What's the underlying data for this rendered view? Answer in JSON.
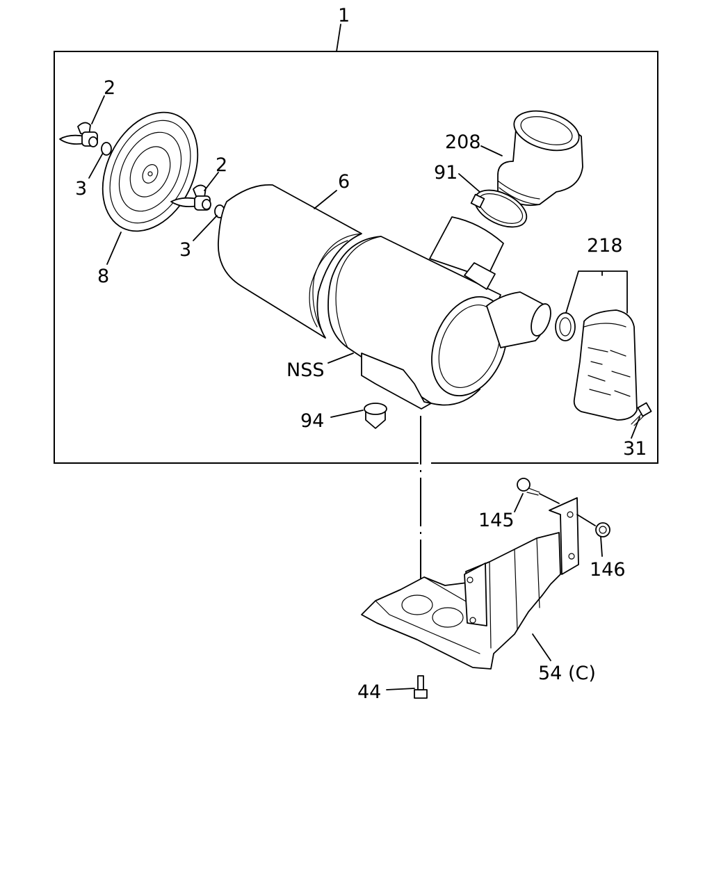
{
  "labels": {
    "assembly": "1",
    "wing_nut_top": "2",
    "wing_nut_mid": "2",
    "washer_top": "3",
    "washer_mid": "3",
    "element": "6",
    "cover": "8",
    "clamp": "91",
    "valve": "94",
    "elbow": "208",
    "resonator": "218",
    "bolt_resonator": "31",
    "nss": "NSS",
    "bolt_145": "145",
    "nut_146": "146",
    "bracket": "54 (C)",
    "bolt_44": "44"
  }
}
